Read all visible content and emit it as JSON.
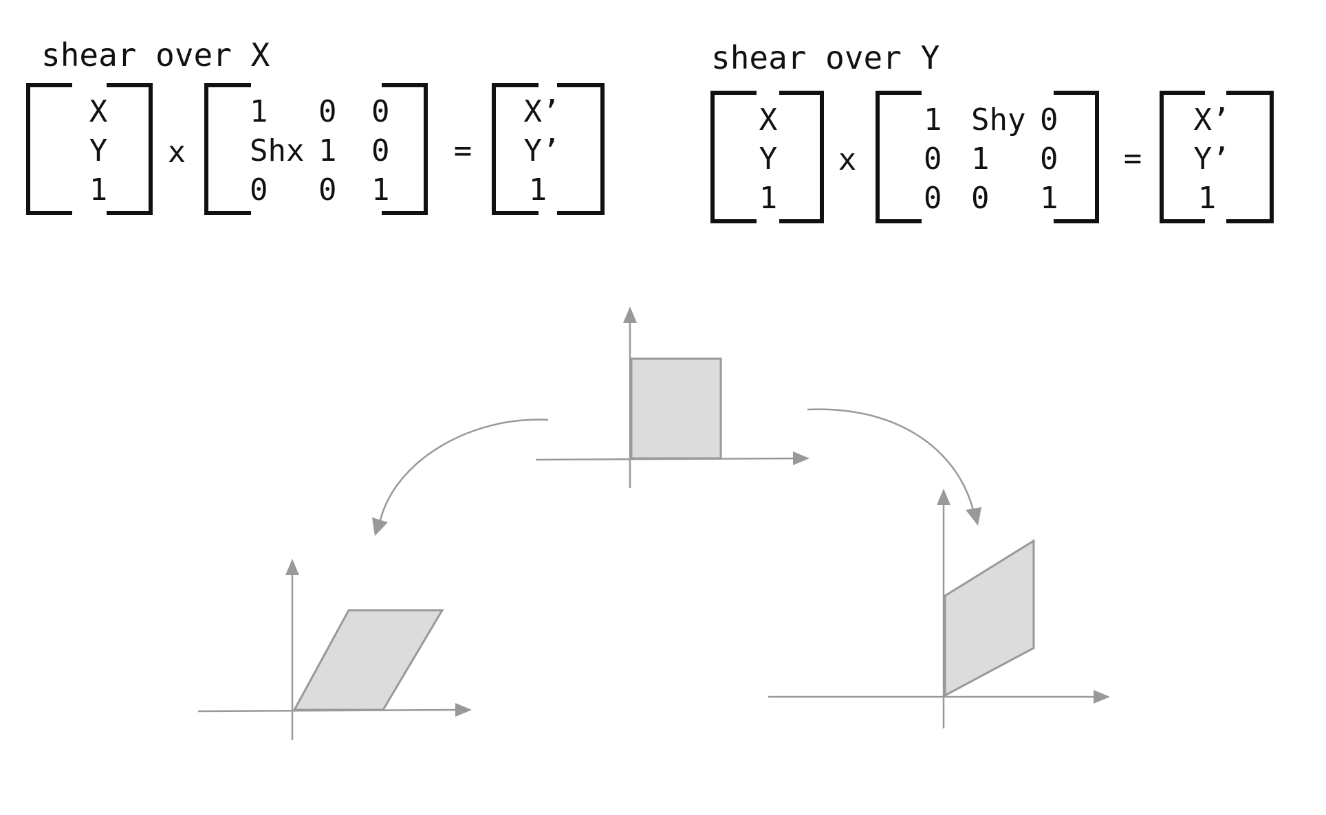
{
  "left": {
    "title": "shear over X",
    "vector_in": [
      "X",
      "Y",
      "1"
    ],
    "matrix": [
      [
        "1",
        "0",
        "0"
      ],
      [
        "Shx",
        "1",
        "0"
      ],
      [
        "0",
        "0",
        "1"
      ]
    ],
    "times": "x",
    "equals": "=",
    "vector_out": [
      "X’",
      "Y’",
      "1"
    ]
  },
  "right": {
    "title": "shear over Y",
    "vector_in": [
      "X",
      "Y",
      "1"
    ],
    "matrix": [
      [
        "1",
        "Shy",
        "0"
      ],
      [
        "0",
        "1",
        "0"
      ],
      [
        "0",
        "0",
        "1"
      ]
    ],
    "times": "x",
    "equals": "=",
    "vector_out": [
      "X’",
      "Y’",
      "1"
    ]
  },
  "colors": {
    "ink": "#111111",
    "axis": "#999999",
    "shape_fill": "#dcdcdc"
  }
}
